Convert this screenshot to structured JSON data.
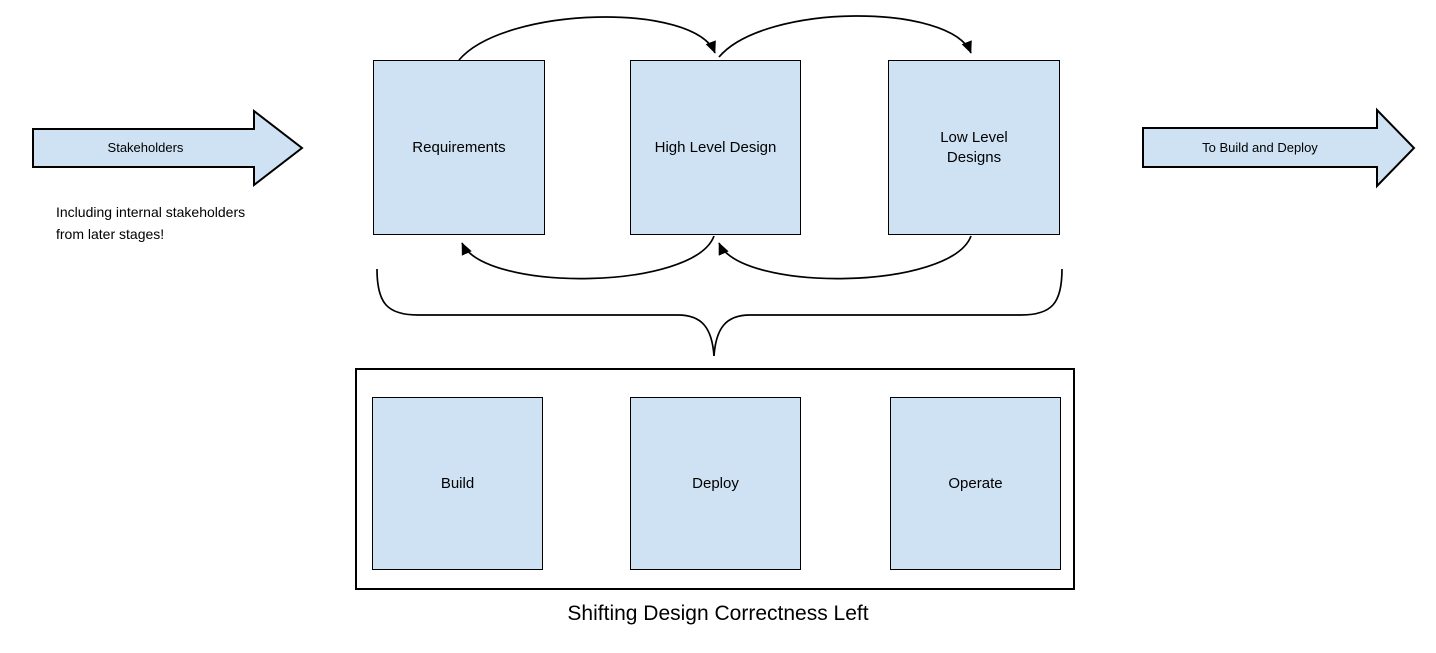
{
  "diagram": {
    "title": "Shifting Design Correctness Left",
    "input_arrow": {
      "label": "Stakeholders"
    },
    "input_note": "Including internal stakeholders from later stages!",
    "output_arrow": {
      "label": "To Build and Deploy"
    },
    "design_loop": {
      "stages": [
        {
          "id": "requirements",
          "label": "Requirements"
        },
        {
          "id": "high-level-design",
          "label": "High Level Design"
        },
        {
          "id": "low-level-designs",
          "label": "Low Level Designs"
        }
      ]
    },
    "delivery_pipeline": {
      "stages": [
        {
          "id": "build",
          "label": "Build"
        },
        {
          "id": "deploy",
          "label": "Deploy"
        },
        {
          "id": "operate",
          "label": "Operate"
        }
      ]
    },
    "colors": {
      "box_fill": "#cfe2f3",
      "box_border": "#000000",
      "line": "#000000"
    }
  }
}
